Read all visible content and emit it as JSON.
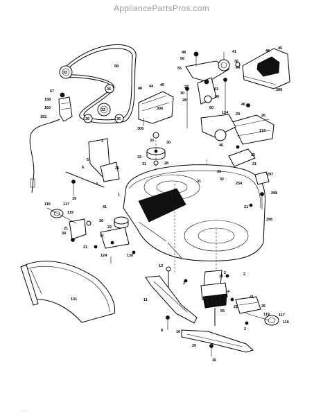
{
  "watermark": "AppliancePartsPros.com",
  "footer_mark": "——",
  "callouts": [
    {
      "id": "c68",
      "text": "68"
    },
    {
      "id": "c32a",
      "text": "32"
    },
    {
      "id": "c36a",
      "text": "36"
    },
    {
      "id": "c32b",
      "text": "32"
    },
    {
      "id": "c36b",
      "text": "36"
    },
    {
      "id": "c36c",
      "text": "36"
    },
    {
      "id": "c67",
      "text": "67"
    },
    {
      "id": "c158",
      "text": "158"
    },
    {
      "id": "c160",
      "text": "160"
    },
    {
      "id": "c152",
      "text": "152"
    },
    {
      "id": "c48a",
      "text": "48"
    },
    {
      "id": "c56",
      "text": "56"
    },
    {
      "id": "c41a",
      "text": "41"
    },
    {
      "id": "c55",
      "text": "55"
    },
    {
      "id": "c36d",
      "text": "36"
    },
    {
      "id": "c84",
      "text": "84"
    },
    {
      "id": "c48b",
      "text": "48"
    },
    {
      "id": "c45",
      "text": "45"
    },
    {
      "id": "c306a",
      "text": "306"
    },
    {
      "id": "c46a",
      "text": "46"
    },
    {
      "id": "c44",
      "text": "44"
    },
    {
      "id": "c46b",
      "text": "46"
    },
    {
      "id": "c306b",
      "text": "306"
    },
    {
      "id": "c306c",
      "text": "306"
    },
    {
      "id": "c27",
      "text": "27"
    },
    {
      "id": "c30a",
      "text": "30"
    },
    {
      "id": "c28a",
      "text": "28"
    },
    {
      "id": "c61",
      "text": "61"
    },
    {
      "id": "c90",
      "text": "90"
    },
    {
      "id": "c60",
      "text": "60"
    },
    {
      "id": "c124a",
      "text": "124"
    },
    {
      "id": "c46c",
      "text": "46"
    },
    {
      "id": "c26",
      "text": "26"
    },
    {
      "id": "c174",
      "text": "174"
    },
    {
      "id": "c29",
      "text": "29"
    },
    {
      "id": "c33a",
      "text": "33"
    },
    {
      "id": "c30b",
      "text": "30"
    },
    {
      "id": "c31a",
      "text": "31"
    },
    {
      "id": "c32c",
      "text": "32"
    },
    {
      "id": "c28b",
      "text": "28"
    },
    {
      "id": "c46d",
      "text": "46"
    },
    {
      "id": "c25",
      "text": "25"
    },
    {
      "id": "c21a",
      "text": "21"
    },
    {
      "id": "c33b",
      "text": "33"
    },
    {
      "id": "c31b",
      "text": "31"
    },
    {
      "id": "c32d",
      "text": "32"
    },
    {
      "id": "c254",
      "text": "254"
    },
    {
      "id": "c3",
      "text": "3"
    },
    {
      "id": "c5",
      "text": "5"
    },
    {
      "id": "c6",
      "text": "6"
    },
    {
      "id": "c4",
      "text": "4"
    },
    {
      "id": "c19",
      "text": "19"
    },
    {
      "id": "c21b",
      "text": "21"
    },
    {
      "id": "c1",
      "text": "1"
    },
    {
      "id": "c41b",
      "text": "41"
    },
    {
      "id": "c116a",
      "text": "116"
    },
    {
      "id": "c117a",
      "text": "117"
    },
    {
      "id": "c119a",
      "text": "119"
    },
    {
      "id": "c21c",
      "text": "21"
    },
    {
      "id": "c34",
      "text": "34"
    },
    {
      "id": "c36e",
      "text": "36"
    },
    {
      "id": "c22",
      "text": "22"
    },
    {
      "id": "c21d",
      "text": "21"
    },
    {
      "id": "c21e",
      "text": "21"
    },
    {
      "id": "c124b",
      "text": "124"
    },
    {
      "id": "c130",
      "text": "130"
    },
    {
      "id": "c297",
      "text": "297"
    },
    {
      "id": "c298",
      "text": "298"
    },
    {
      "id": "c296",
      "text": "296"
    },
    {
      "id": "c21f",
      "text": "21"
    },
    {
      "id": "c13",
      "text": "13"
    },
    {
      "id": "c2a",
      "text": "2"
    },
    {
      "id": "c2b",
      "text": "2"
    },
    {
      "id": "c2c",
      "text": "2"
    },
    {
      "id": "c15",
      "text": "15"
    },
    {
      "id": "c14",
      "text": "14"
    },
    {
      "id": "c11",
      "text": "11"
    },
    {
      "id": "c65",
      "text": "65"
    },
    {
      "id": "c131",
      "text": "131"
    },
    {
      "id": "c8",
      "text": "8"
    },
    {
      "id": "c10",
      "text": "10"
    },
    {
      "id": "c20",
      "text": "20"
    },
    {
      "id": "c16",
      "text": "16"
    },
    {
      "id": "c41c",
      "text": "41"
    },
    {
      "id": "c21g",
      "text": "21"
    },
    {
      "id": "c35",
      "text": "35"
    },
    {
      "id": "c119b",
      "text": "119"
    },
    {
      "id": "c117b",
      "text": "117"
    },
    {
      "id": "c116b",
      "text": "116"
    },
    {
      "id": "c2d",
      "text": "2"
    }
  ]
}
